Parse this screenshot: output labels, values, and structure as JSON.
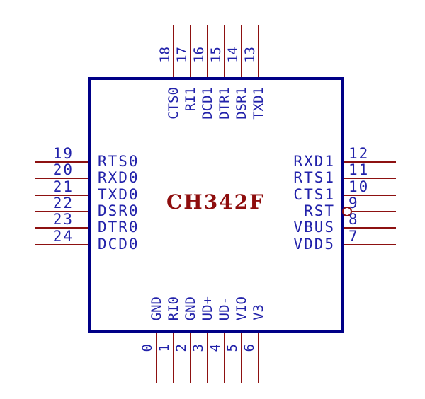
{
  "component": {
    "name": "CH342F",
    "kind": "schematic-symbol"
  },
  "colors": {
    "background": "#FFFFFF",
    "body_outline": "#000087",
    "pin_line": "#8D1111",
    "text": "#2222AA",
    "title": "#8E0D0D"
  },
  "pins": {
    "top": [
      {
        "number": "18",
        "name": "CTS0"
      },
      {
        "number": "17",
        "name": "RI1"
      },
      {
        "number": "16",
        "name": "DCD1"
      },
      {
        "number": "15",
        "name": "DTR1"
      },
      {
        "number": "14",
        "name": "DSR1"
      },
      {
        "number": "13",
        "name": "TXD1"
      }
    ],
    "left": [
      {
        "number": "19",
        "name": "RTS0"
      },
      {
        "number": "20",
        "name": "RXD0"
      },
      {
        "number": "21",
        "name": "TXD0"
      },
      {
        "number": "22",
        "name": "DSR0"
      },
      {
        "number": "23",
        "name": "DTR0"
      },
      {
        "number": "24",
        "name": "DCD0"
      }
    ],
    "right": [
      {
        "number": "12",
        "name": "RXD1"
      },
      {
        "number": "11",
        "name": "RTS1"
      },
      {
        "number": "10",
        "name": "CTS1"
      },
      {
        "number": "9",
        "name": "RST",
        "active_low": true
      },
      {
        "number": "8",
        "name": "VBUS"
      },
      {
        "number": "7",
        "name": "VDD5"
      }
    ],
    "bottom": [
      {
        "number": "0",
        "name": "GND"
      },
      {
        "number": "1",
        "name": "RI0"
      },
      {
        "number": "2",
        "name": "GND"
      },
      {
        "number": "3",
        "name": "UD+"
      },
      {
        "number": "4",
        "name": "UD-"
      },
      {
        "number": "5",
        "name": "VIO"
      },
      {
        "number": "6",
        "name": "V3"
      }
    ]
  }
}
